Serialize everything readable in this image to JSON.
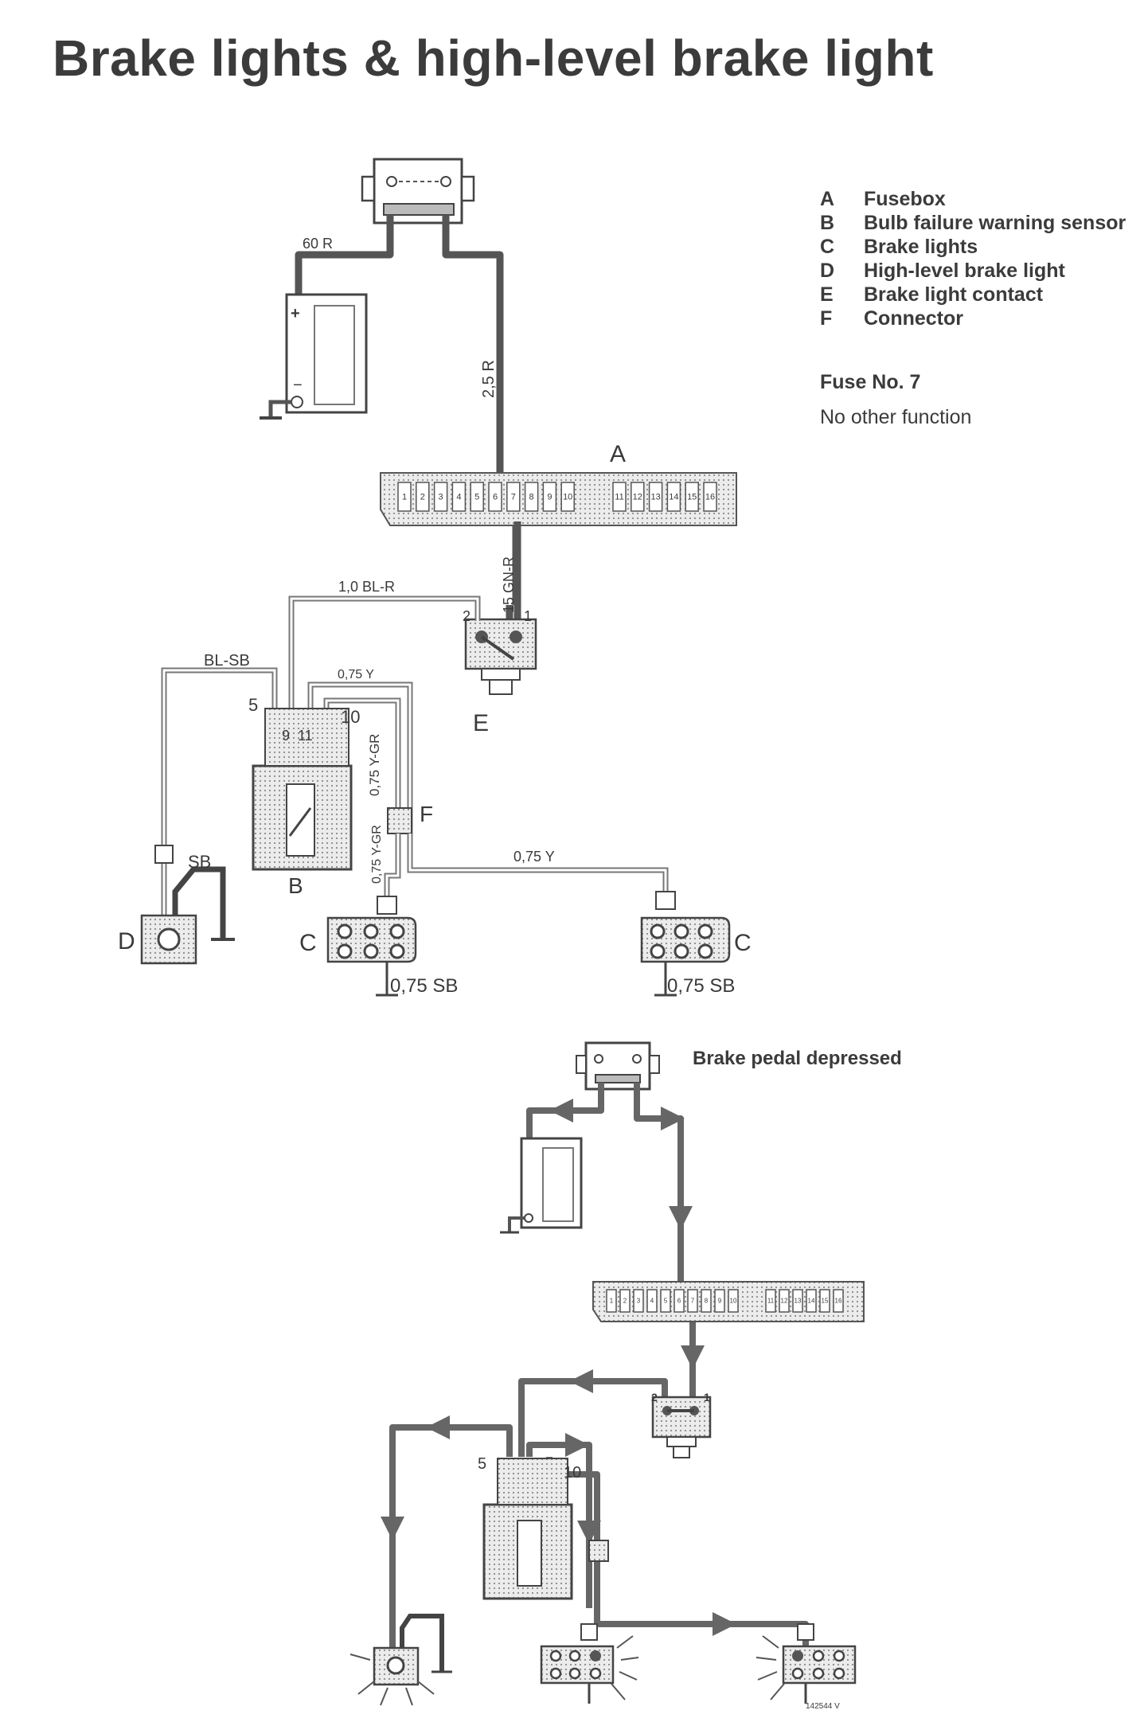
{
  "title": "Brake lights & high-level brake light",
  "legend": [
    {
      "key": "A",
      "label": "Fusebox"
    },
    {
      "key": "B",
      "label": "Bulb failure warning sensor"
    },
    {
      "key": "C",
      "label": "Brake lights"
    },
    {
      "key": "D",
      "label": "High-level brake light"
    },
    {
      "key": "E",
      "label": "Brake light contact"
    },
    {
      "key": "F",
      "label": "Connector"
    }
  ],
  "fuse": {
    "title": "Fuse No. 7",
    "note": "No other function"
  },
  "state_label": "Brake pedal depressed",
  "wires": {
    "w60r": "60 R",
    "w25r": "2,5 R",
    "w15gnr": "15 GN-R",
    "w10blr": "1,0 BL-R",
    "wblsb": "BL-SB",
    "w075y_top": "0,75 Y",
    "w075ygr_1": "0,75 Y-GR",
    "w075ygr_2": "0,75 Y-GR",
    "w075y": "0,75 Y",
    "wsb": "SB",
    "w075sb_left": "0,75 SB",
    "w075sb_right": "0,75 SB"
  },
  "component_letters": {
    "A": "A",
    "B": "B",
    "C_left": "C",
    "C_right": "C",
    "D": "D",
    "E": "E",
    "F": "F"
  },
  "pins": {
    "p1": "1",
    "p2": "2",
    "p5": "5",
    "p9": "9",
    "p11": "11",
    "p10": "10",
    "p1_b": "1",
    "p2_b": "2",
    "p5_b": "5",
    "p10_b": "10"
  },
  "fuse_numbers": [
    "1",
    "2",
    "3",
    "4",
    "5",
    "6",
    "7",
    "8",
    "9",
    "10",
    "11",
    "12",
    "13",
    "14",
    "15",
    "16"
  ],
  "battery": {
    "plus": "+",
    "minus": "−"
  },
  "figure_code": "142544 V"
}
